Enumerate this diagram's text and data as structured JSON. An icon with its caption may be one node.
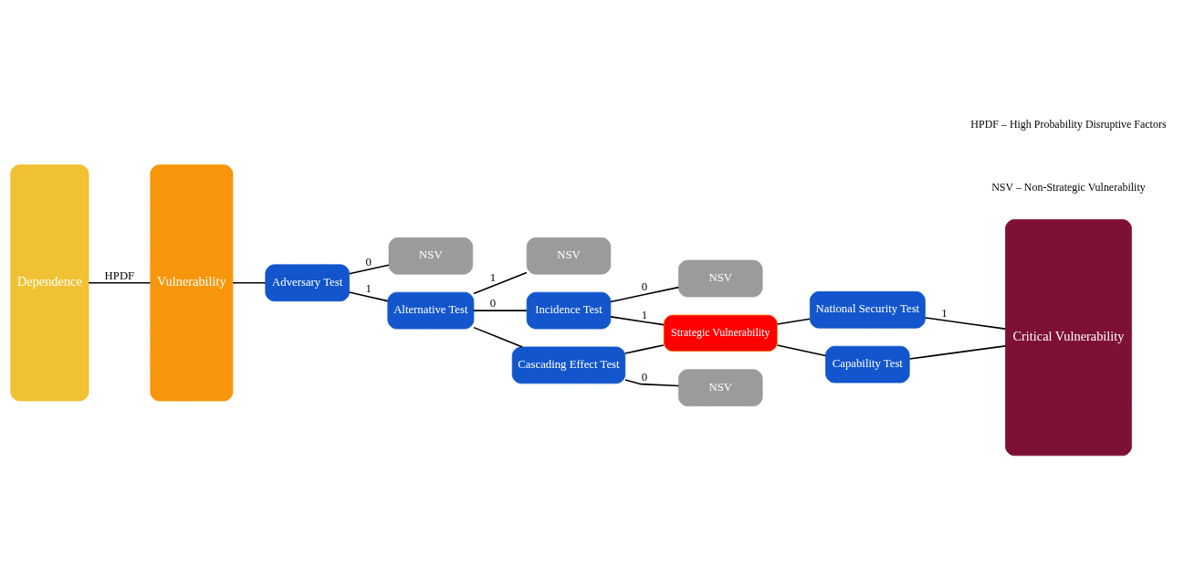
{
  "diagram": {
    "nodes": [
      {
        "text": [
          "Dependence"
        ]
      },
      {
        "text": [
          "Vulnerability"
        ]
      },
      {
        "text": [
          "Adversary Test"
        ]
      },
      {
        "text": [
          "NSV"
        ]
      },
      {
        "text": [
          "Alternative Test"
        ]
      },
      {
        "text": [
          "NSV"
        ]
      },
      {
        "text": [
          "Incidence Test"
        ]
      },
      {
        "text": [
          "Cascading Effect Test"
        ]
      },
      {
        "text": [
          "NSV"
        ]
      },
      {
        "text": [
          "Strategic Vulnerability"
        ]
      },
      {
        "text": [
          "NSV"
        ]
      },
      {
        "text": [
          "National Security Test"
        ]
      },
      {
        "text": [
          "Capability Test"
        ]
      },
      {
        "text": [
          "Critical Vulnerability"
        ]
      }
    ],
    "edges": [
      {
        "from": 0,
        "to": 1,
        "arrow": "none",
        "label": "HPDF"
      },
      {
        "from": 1,
        "to": 2,
        "arrow": "none"
      },
      {
        "from": 2,
        "to": 3,
        "arrow": "none",
        "label": "0"
      },
      {
        "from": 2,
        "to": 4,
        "arrow": "none",
        "label": "1"
      },
      {
        "from": 4,
        "to": 5,
        "arrow": "none",
        "label": "1"
      },
      {
        "from": 4,
        "to": 6,
        "arrow": "none",
        "label": "0"
      },
      {
        "from": 4,
        "to": 7,
        "arrow": "none"
      },
      {
        "from": 6,
        "to": 8,
        "arrow": "none",
        "label": "0"
      },
      {
        "from": 6,
        "to": 9,
        "arrow": "none",
        "label": "1"
      },
      {
        "from": 7,
        "to": 9,
        "arrow": "none"
      },
      {
        "from": 7,
        "to": 10,
        "arrow": "none",
        "label": "0"
      },
      {
        "from": 9,
        "to": 11,
        "arrow": "none"
      },
      {
        "from": 9,
        "to": 12,
        "arrow": "none"
      },
      {
        "from": 11,
        "to": 13,
        "arrow": "none",
        "label": "1"
      },
      {
        "from": 12,
        "to": 13,
        "arrow": "none"
      }
    ],
    "labels": [
      "HPDF – High Probability Disruptive Factors",
      "NSV – Non-Strategic Vulnerability"
    ]
  }
}
